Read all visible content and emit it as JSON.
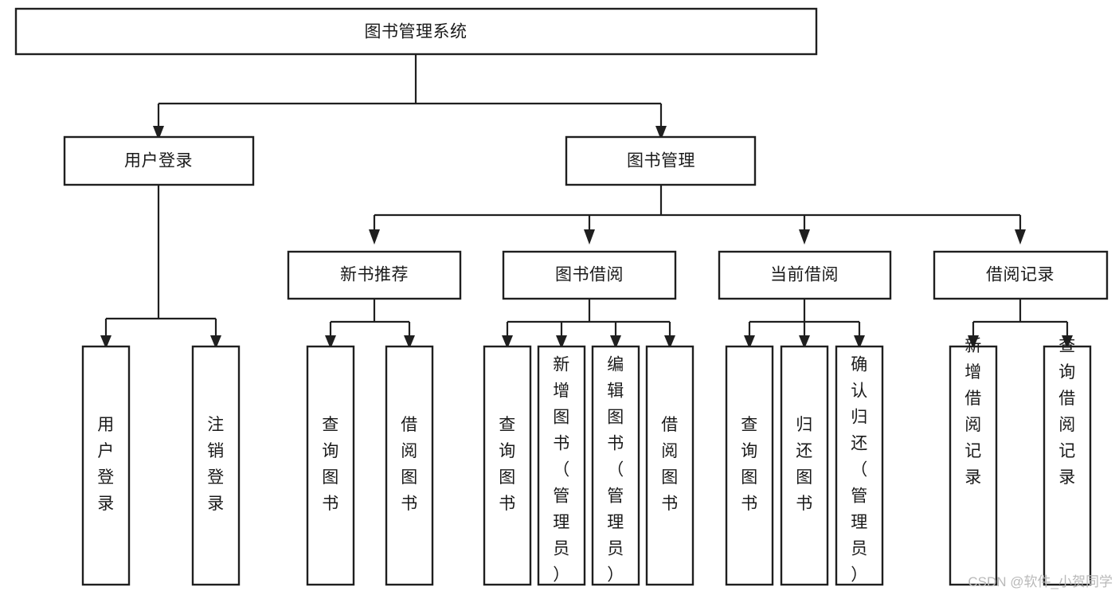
{
  "diagram": {
    "type": "tree",
    "title": "图书管理系统",
    "orientation": "top-down",
    "root": {
      "id": "root",
      "label": "图书管理系统",
      "orientation": "horizontal"
    },
    "level2": [
      {
        "id": "user-login",
        "label": "用户登录",
        "orientation": "horizontal"
      },
      {
        "id": "book-management",
        "label": "图书管理",
        "orientation": "horizontal"
      }
    ],
    "level3": [
      {
        "id": "new-book-recommend",
        "label": "新书推荐",
        "parent": "book-management",
        "orientation": "horizontal"
      },
      {
        "id": "book-borrow",
        "label": "图书借阅",
        "parent": "book-management",
        "orientation": "horizontal"
      },
      {
        "id": "current-borrow",
        "label": "当前借阅",
        "parent": "book-management",
        "orientation": "horizontal"
      },
      {
        "id": "borrow-record",
        "label": "借阅记录",
        "parent": "book-management",
        "orientation": "horizontal"
      }
    ],
    "leaves": [
      {
        "id": "leaf-user-login",
        "label": "用户登录",
        "parent": "user-login",
        "orientation": "vertical",
        "align": "middle"
      },
      {
        "id": "leaf-user-logout",
        "label": "注销登录",
        "parent": "user-login",
        "orientation": "vertical",
        "align": "middle"
      },
      {
        "id": "leaf-query-book-1",
        "label": "查询图书",
        "parent": "new-book-recommend",
        "orientation": "vertical",
        "align": "middle"
      },
      {
        "id": "leaf-borrow-book-1",
        "label": "借阅图书",
        "parent": "new-book-recommend",
        "orientation": "vertical",
        "align": "middle"
      },
      {
        "id": "leaf-query-book-2",
        "label": "查询图书",
        "parent": "book-borrow",
        "orientation": "vertical",
        "align": "middle"
      },
      {
        "id": "leaf-add-book",
        "label": "新增图书（管理员）",
        "parent": "book-borrow",
        "orientation": "vertical",
        "align": "top"
      },
      {
        "id": "leaf-edit-book",
        "label": "编辑图书（管理员）",
        "parent": "book-borrow",
        "orientation": "vertical",
        "align": "top"
      },
      {
        "id": "leaf-borrow-book-2",
        "label": "借阅图书",
        "parent": "book-borrow",
        "orientation": "vertical",
        "align": "middle"
      },
      {
        "id": "leaf-query-book-3",
        "label": "查询图书",
        "parent": "current-borrow",
        "orientation": "vertical",
        "align": "middle"
      },
      {
        "id": "leaf-return-book",
        "label": "归还图书",
        "parent": "current-borrow",
        "orientation": "vertical",
        "align": "middle"
      },
      {
        "id": "leaf-confirm-return",
        "label": "确认归还（管理员）",
        "parent": "current-borrow",
        "orientation": "vertical",
        "align": "top"
      },
      {
        "id": "leaf-add-record",
        "label": "新增借阅记录",
        "parent": "borrow-record",
        "orientation": "vertical",
        "align": "middle"
      },
      {
        "id": "leaf-query-record",
        "label": "查询借阅记录",
        "parent": "borrow-record",
        "orientation": "vertical",
        "align": "middle"
      }
    ],
    "colors": {
      "background": "#ffffff",
      "box_stroke": "#1f1f1f",
      "box_fill": "#ffffff",
      "text": "#1a1a1a",
      "connector": "#1f1f1f",
      "watermark": "#b9b9b9"
    }
  },
  "watermark": {
    "text": "CSDN @软件_小贺同学"
  }
}
